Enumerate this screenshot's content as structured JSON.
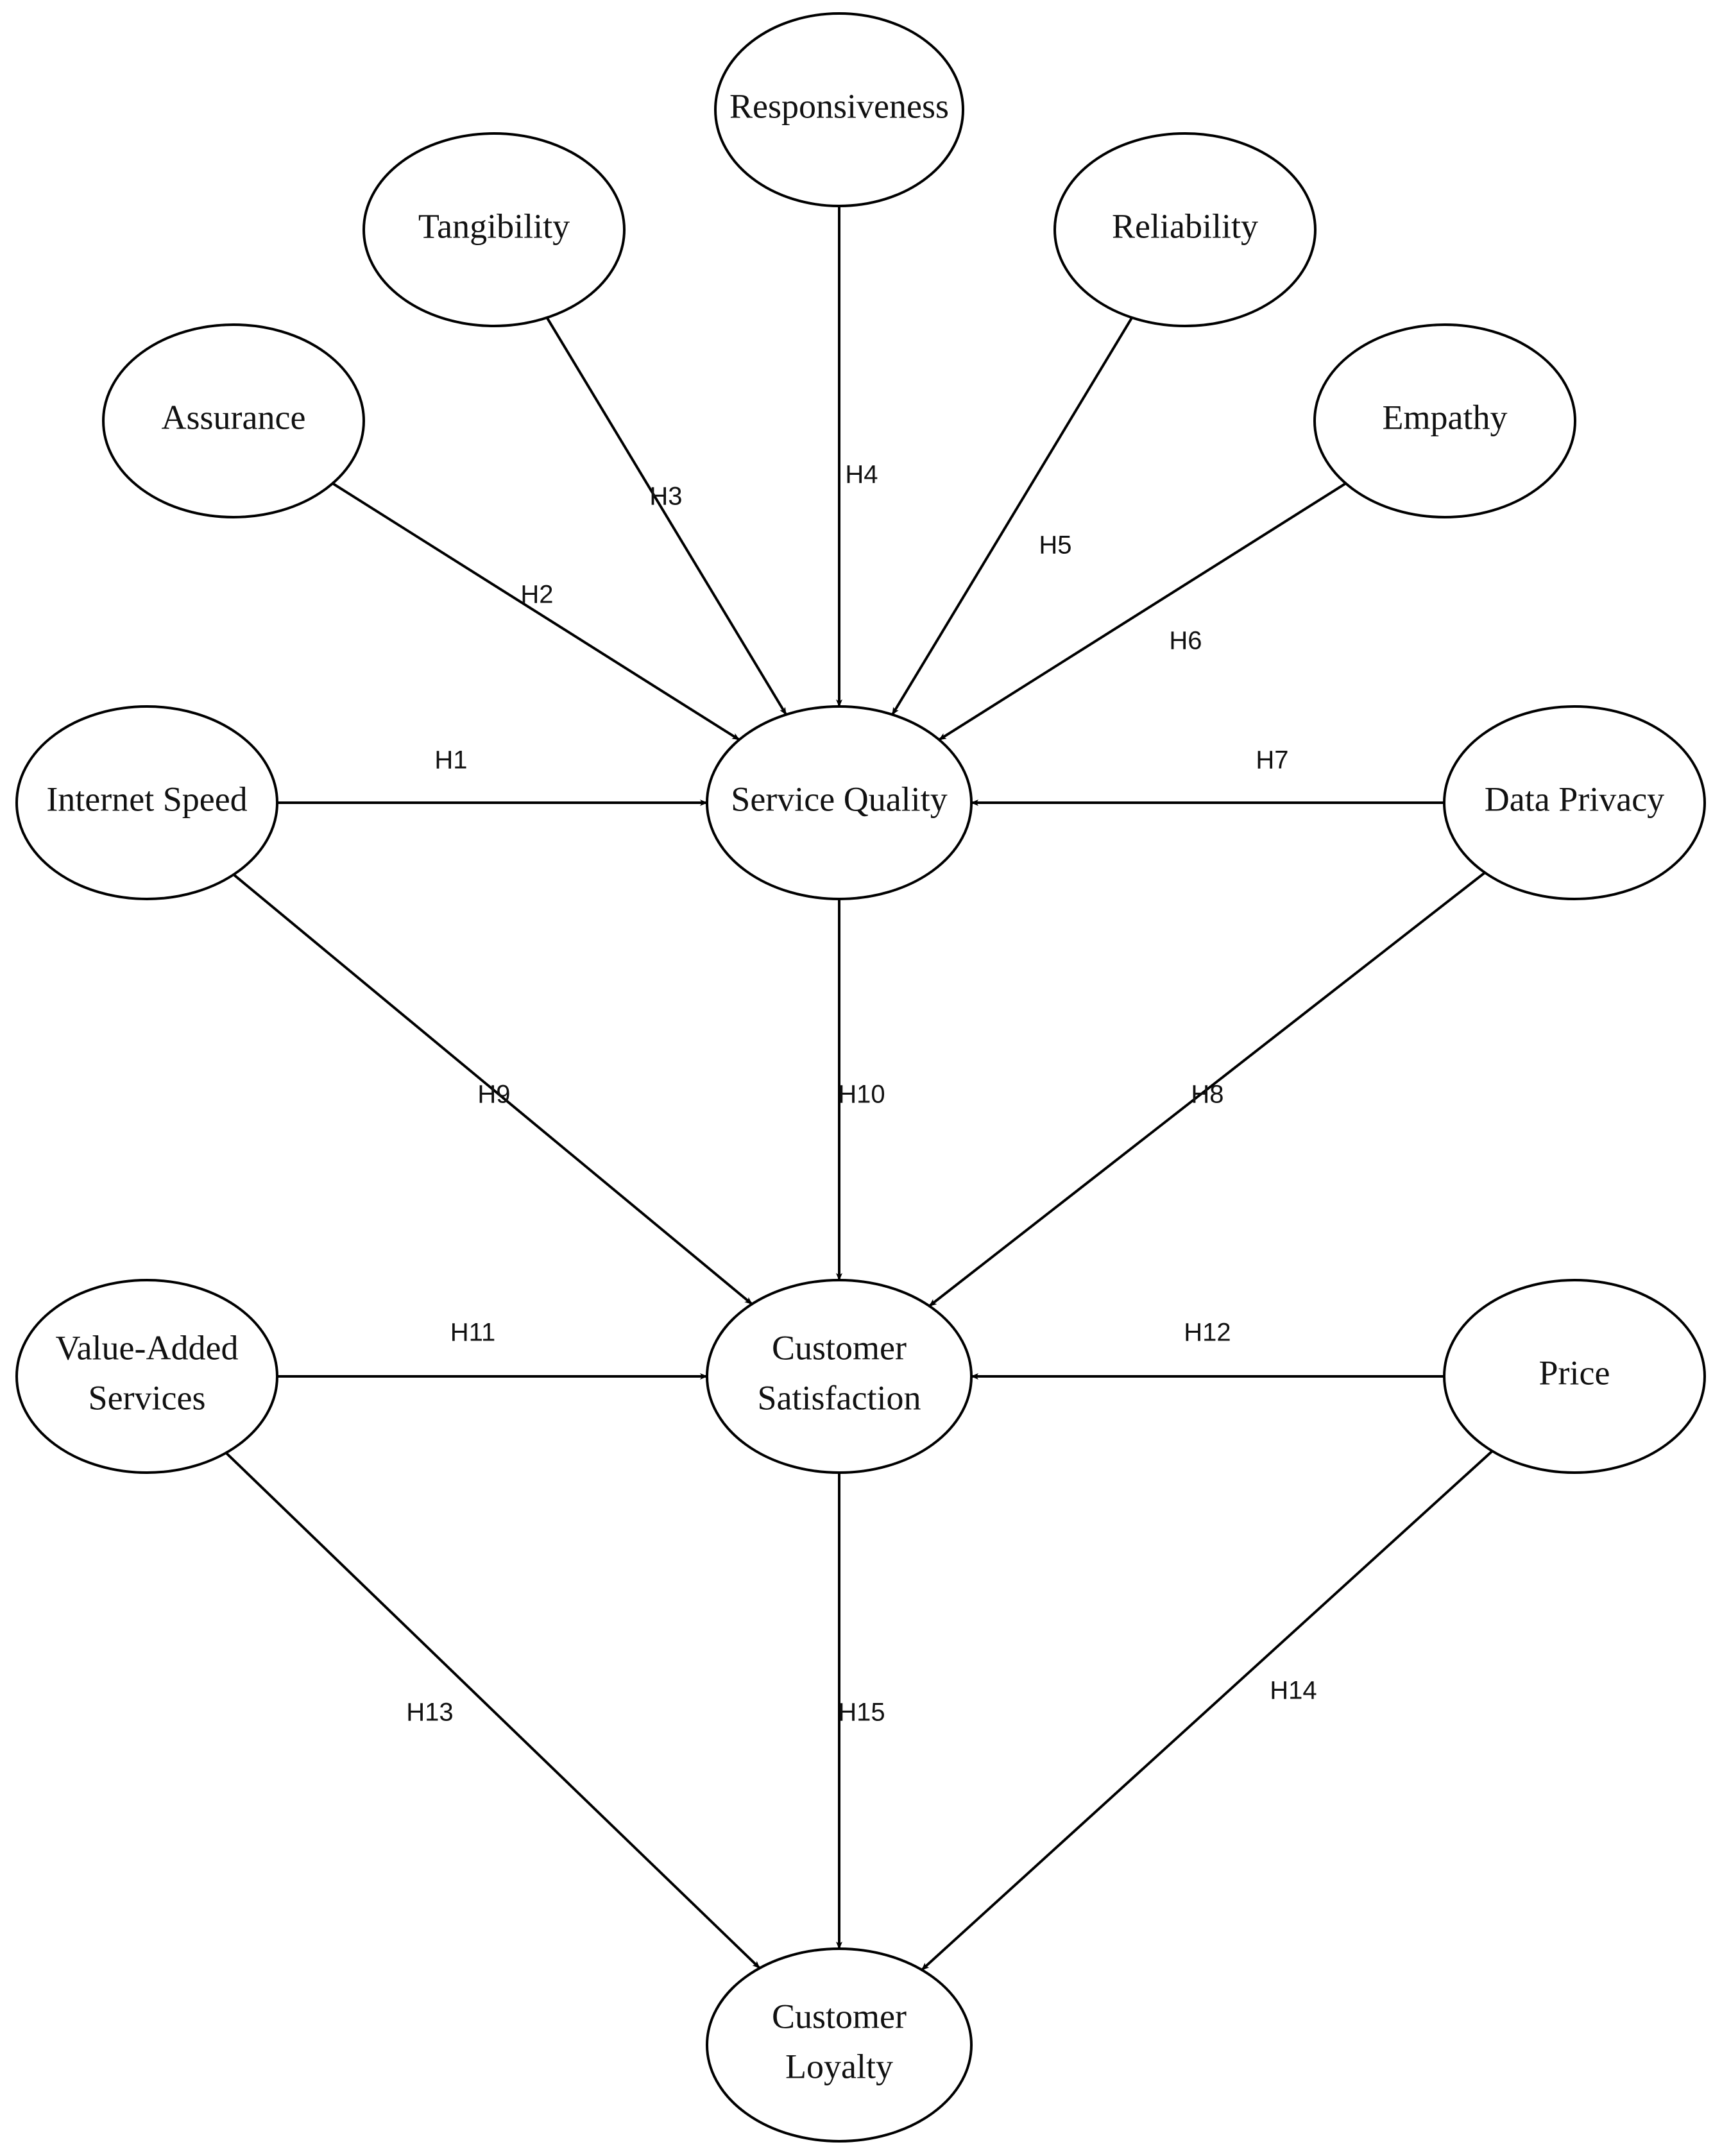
{
  "nodes": [
    {
      "id": "responsiveness",
      "lines": [
        "Responsiveness"
      ]
    },
    {
      "id": "tangibility",
      "lines": [
        "Tangibility"
      ]
    },
    {
      "id": "reliability",
      "lines": [
        "Reliability"
      ]
    },
    {
      "id": "assurance",
      "lines": [
        "Assurance"
      ]
    },
    {
      "id": "empathy",
      "lines": [
        "Empathy"
      ]
    },
    {
      "id": "internet-speed",
      "lines": [
        "Internet Speed"
      ]
    },
    {
      "id": "service-quality",
      "lines": [
        "Service Quality"
      ]
    },
    {
      "id": "data-privacy",
      "lines": [
        "Data Privacy"
      ]
    },
    {
      "id": "value-added-services",
      "lines": [
        "Value-Added",
        "Services"
      ]
    },
    {
      "id": "customer-satisfaction",
      "lines": [
        "Customer",
        "Satisfaction"
      ]
    },
    {
      "id": "price",
      "lines": [
        "Price"
      ]
    },
    {
      "id": "customer-loyalty",
      "lines": [
        "Customer",
        "Loyalty"
      ]
    }
  ],
  "edges": [
    {
      "from": "internet-speed",
      "to": "service-quality",
      "label": "H1"
    },
    {
      "from": "assurance",
      "to": "service-quality",
      "label": "H2"
    },
    {
      "from": "tangibility",
      "to": "service-quality",
      "label": "H3"
    },
    {
      "from": "responsiveness",
      "to": "service-quality",
      "label": "H4"
    },
    {
      "from": "reliability",
      "to": "service-quality",
      "label": "H5"
    },
    {
      "from": "empathy",
      "to": "service-quality",
      "label": "H6"
    },
    {
      "from": "data-privacy",
      "to": "service-quality",
      "label": "H7"
    },
    {
      "from": "data-privacy",
      "to": "customer-satisfaction",
      "label": "H8"
    },
    {
      "from": "internet-speed",
      "to": "customer-satisfaction",
      "label": "H9"
    },
    {
      "from": "service-quality",
      "to": "customer-satisfaction",
      "label": "H10"
    },
    {
      "from": "value-added-services",
      "to": "customer-satisfaction",
      "label": "H11"
    },
    {
      "from": "price",
      "to": "customer-satisfaction",
      "label": "H12"
    },
    {
      "from": "value-added-services",
      "to": "customer-loyalty",
      "label": "H13"
    },
    {
      "from": "price",
      "to": "customer-loyalty",
      "label": "H14"
    },
    {
      "from": "customer-satisfaction",
      "to": "customer-loyalty",
      "label": "H15"
    }
  ]
}
